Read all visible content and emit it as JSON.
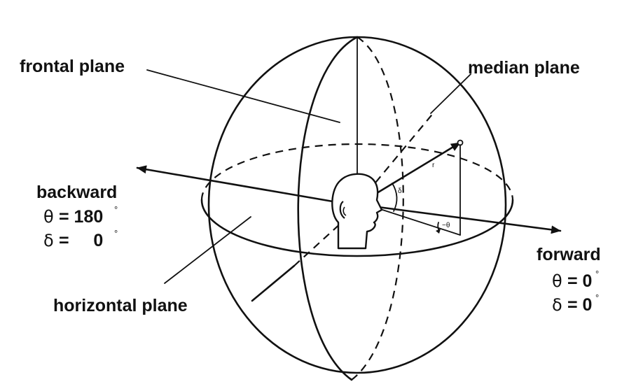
{
  "labels": {
    "frontal_plane": "frontal plane",
    "median_plane": "median plane",
    "horizontal_plane": "horizontal plane",
    "backward": "backward",
    "forward": "forward",
    "backward_theta_symbol": "θ",
    "backward_theta_value": "= 180",
    "backward_delta_symbol": "δ",
    "backward_delta_value": "=     0",
    "forward_theta_symbol": "θ",
    "forward_theta_value": "= 0",
    "forward_delta_symbol": "δ",
    "forward_delta_value": "= 0",
    "degree": "°",
    "r": "r",
    "delta": "δ",
    "neg_theta": "−θ"
  },
  "colors": {
    "ink": "#111111",
    "background": "#ffffff"
  }
}
